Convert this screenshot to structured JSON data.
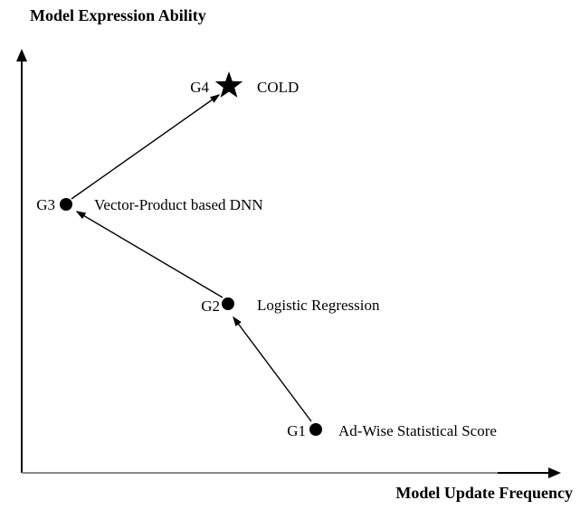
{
  "diagram": {
    "type": "concept-evolution-scatter",
    "title_y": "Model Expression Ability",
    "title_x": "Model Update Frequency",
    "colors": {
      "ink": "#000000",
      "x_axis_gray": "#8a8a8a",
      "background": "#ffffff"
    },
    "points": [
      {
        "id": "G1",
        "label": "G1",
        "name": "Ad-Wise Statistical Score",
        "marker": "dot"
      },
      {
        "id": "G2",
        "label": "G2",
        "name": "Logistic Regression",
        "marker": "dot"
      },
      {
        "id": "G3",
        "label": "G3",
        "name": "Vector-Product based DNN",
        "marker": "dot"
      },
      {
        "id": "G4",
        "label": "G4",
        "name": "COLD",
        "marker": "star"
      }
    ],
    "arrows": [
      {
        "from": "G1",
        "to": "G2"
      },
      {
        "from": "G2",
        "to": "G3"
      },
      {
        "from": "G3",
        "to": "G4"
      }
    ]
  }
}
